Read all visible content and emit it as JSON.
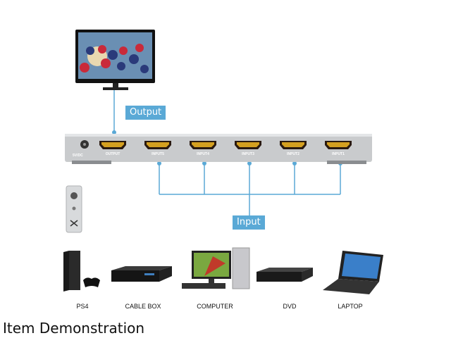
{
  "callouts": {
    "output": "Output",
    "input": "Input"
  },
  "switch": {
    "power_label": "5V/DC",
    "ports": [
      "OUTPUT",
      "INPUT5",
      "INPUT4",
      "INPUT3",
      "INPUT2",
      "INPUT1"
    ]
  },
  "devices": [
    "PS4",
    "CABLE BOX",
    "COMPUTER",
    "DVD",
    "LAPTOP"
  ],
  "caption": "Item Demonstration",
  "colors": {
    "callout": "#5aa9d6",
    "connector": "#5aa9d6"
  }
}
